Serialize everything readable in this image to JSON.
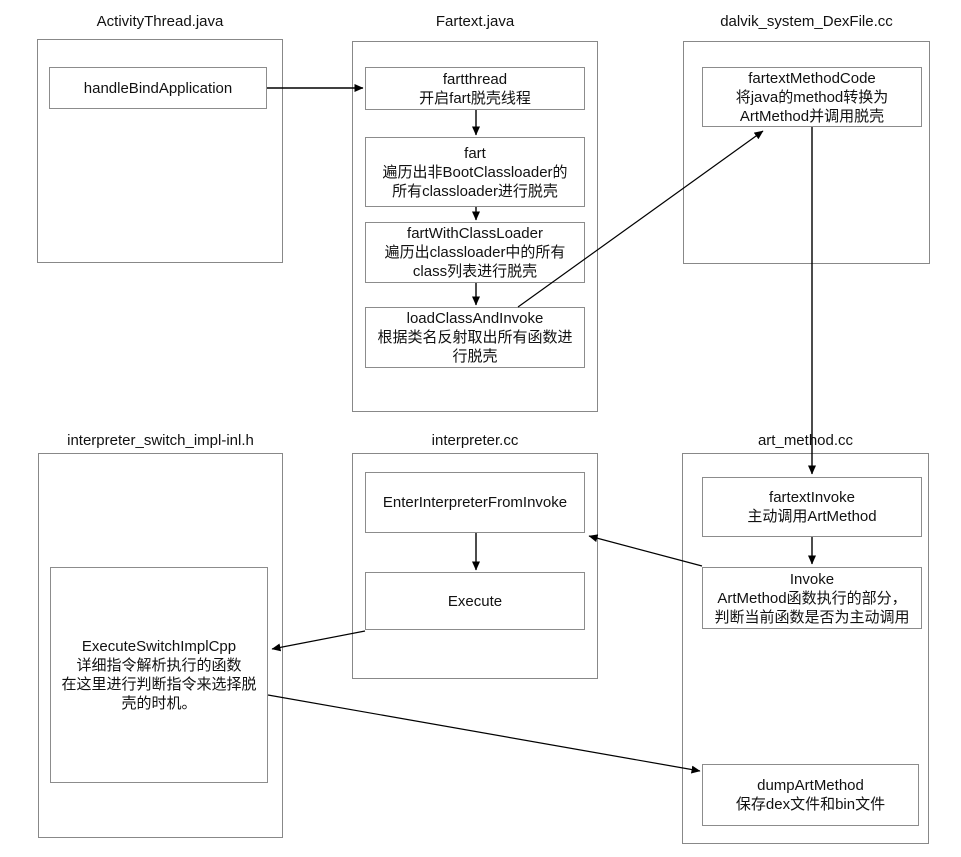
{
  "colors": {
    "background": "#ffffff",
    "container_border": "#888888",
    "node_border": "#8c8c8c",
    "arrow": "#000000",
    "text": "#111111"
  },
  "diagram": {
    "groups": [
      {
        "title": "ActivityThread.java",
        "nodes": [
          {
            "lines": [
              "handleBindApplication"
            ]
          }
        ]
      },
      {
        "title": "Fartext.java",
        "nodes": [
          {
            "lines": [
              "fartthread",
              "开启fart脱壳线程"
            ]
          },
          {
            "lines": [
              "fart",
              "遍历出非BootClassloader的",
              "所有classloader进行脱壳"
            ]
          },
          {
            "lines": [
              "fartWithClassLoader",
              "遍历出classloader中的所有",
              "class列表进行脱壳"
            ]
          },
          {
            "lines": [
              "loadClassAndInvoke",
              "根据类名反射取出所有函数进",
              "行脱壳"
            ]
          }
        ]
      },
      {
        "title": "dalvik_system_DexFile.cc",
        "nodes": [
          {
            "lines": [
              "fartextMethodCode",
              "将java的method转换为",
              "ArtMethod并调用脱壳"
            ]
          }
        ]
      },
      {
        "title": "interpreter_switch_impl-inl.h",
        "nodes": [
          {
            "lines": [
              "ExecuteSwitchImplCpp",
              "详细指令解析执行的函数",
              "在这里进行判断指令来选择脱",
              "壳的时机。"
            ]
          }
        ]
      },
      {
        "title": "interpreter.cc",
        "nodes": [
          {
            "lines": [
              "EnterInterpreterFromInvoke"
            ]
          },
          {
            "lines": [
              "Execute"
            ]
          }
        ]
      },
      {
        "title": "art_method.cc",
        "nodes": [
          {
            "lines": [
              "fartextInvoke",
              "主动调用ArtMethod"
            ]
          },
          {
            "lines": [
              "Invoke",
              "ArtMethod函数执行的部分，",
              "判断当前函数是否为主动调用"
            ]
          },
          {
            "lines": [
              "dumpArtMethod",
              "保存dex文件和bin文件"
            ]
          }
        ]
      }
    ],
    "edges": [
      {
        "from": "handleBindApplication",
        "to": "fartthread"
      },
      {
        "from": "fartthread",
        "to": "fart"
      },
      {
        "from": "fart",
        "to": "fartWithClassLoader"
      },
      {
        "from": "fartWithClassLoader",
        "to": "loadClassAndInvoke"
      },
      {
        "from": "loadClassAndInvoke",
        "to": "fartextMethodCode"
      },
      {
        "from": "fartextMethodCode",
        "to": "fartextInvoke"
      },
      {
        "from": "fartextInvoke",
        "to": "Invoke"
      },
      {
        "from": "Invoke",
        "to": "EnterInterpreterFromInvoke"
      },
      {
        "from": "EnterInterpreterFromInvoke",
        "to": "Execute"
      },
      {
        "from": "Execute",
        "to": "ExecuteSwitchImplCpp"
      },
      {
        "from": "ExecuteSwitchImplCpp",
        "to": "dumpArtMethod"
      }
    ]
  }
}
